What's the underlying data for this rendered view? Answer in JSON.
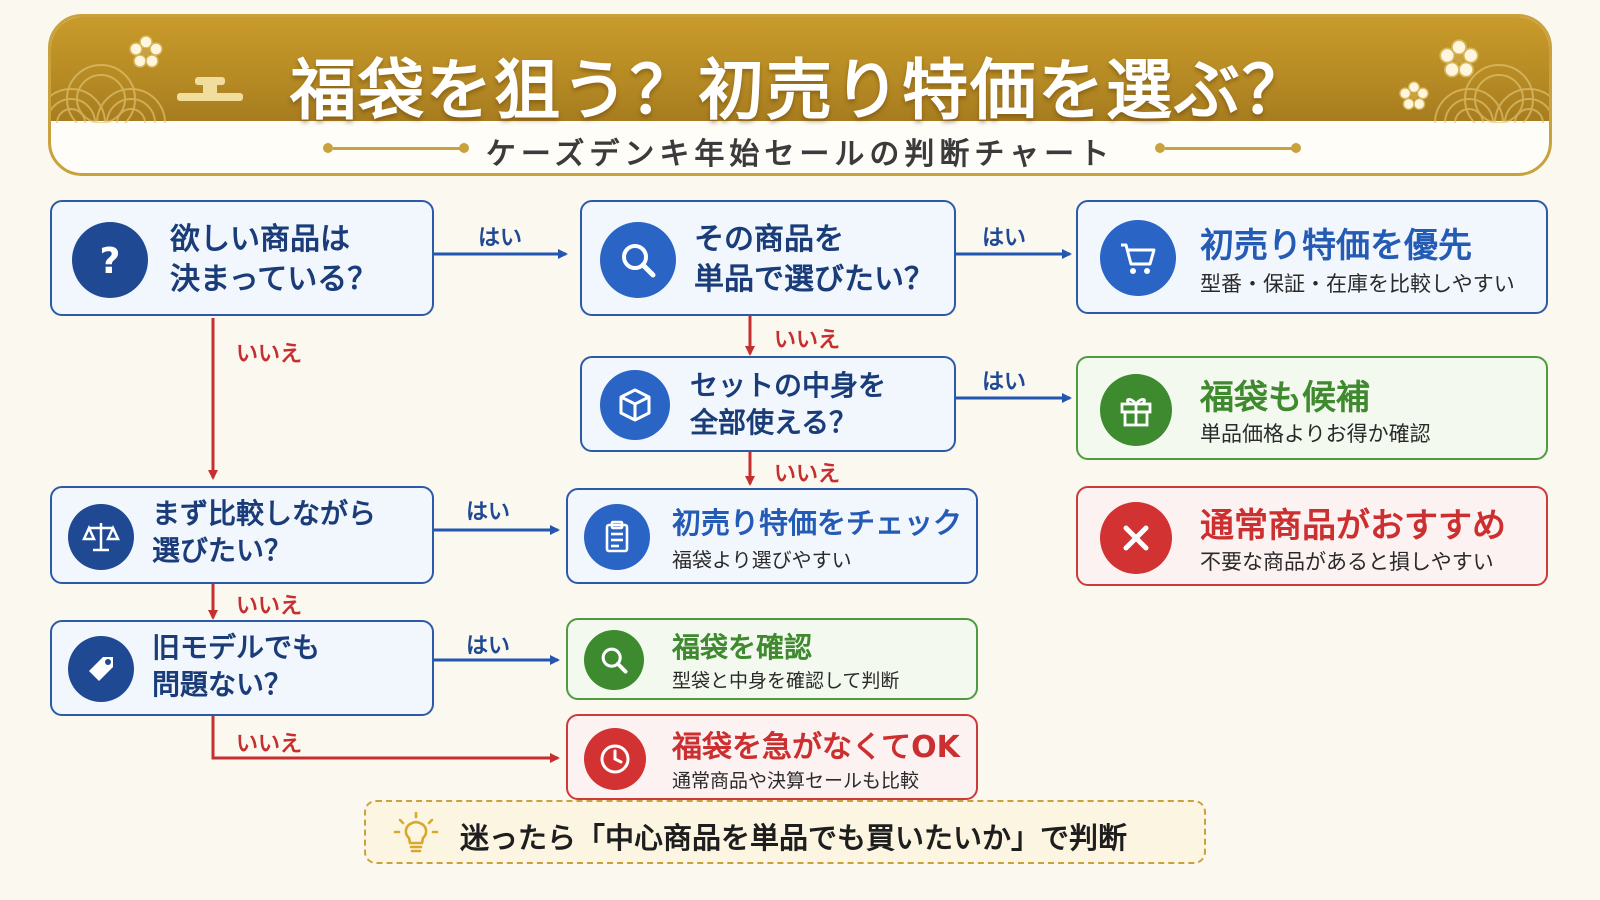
{
  "header": {
    "title": "福袋を狙う？初売り特価を選ぶ？",
    "subtitle": "ケーズデンキ年始セールの判断チャート"
  },
  "questions": {
    "q1": {
      "line1": "欲しい商品は",
      "line2": "決まっている？",
      "icon": "question-icon"
    },
    "q2": {
      "line1": "その商品を",
      "line2": "単品で選びたい？",
      "icon": "search-icon"
    },
    "q3": {
      "line1": "セットの中身を",
      "line2": "全部使える？",
      "icon": "box-icon"
    },
    "q4": {
      "line1": "まず比較しながら",
      "line2": "選びたい？",
      "icon": "scale-icon"
    },
    "q5": {
      "line1": "旧モデルでも",
      "line2": "問題ない？",
      "icon": "tag-icon"
    }
  },
  "results": {
    "hatsuuri_priority": {
      "title": "初売り特価を優先",
      "desc": "型番・保証・在庫を比較しやすい",
      "icon": "cart-icon",
      "color": "#245bb5"
    },
    "fukubukuro_candidate": {
      "title": "福袋も候補",
      "desc": "単品価格よりお得か確認",
      "icon": "gift-icon",
      "color": "#3f8a2f"
    },
    "regular_recommended": {
      "title": "通常商品がおすすめ",
      "desc": "不要な商品があると損しやすい",
      "icon": "close-icon",
      "color": "#cc2f2f"
    },
    "hatsuuri_check": {
      "title": "初売り特価をチェック",
      "desc": "福袋より選びやすい",
      "icon": "clipboard-icon",
      "color": "#245bb5"
    },
    "fukubukuro_confirm": {
      "title": "福袋を確認",
      "desc": "型袋と中身を確認して判断",
      "icon": "search-icon",
      "color": "#3f8a2f"
    },
    "fukubukuro_nohurry": {
      "title": "福袋を急がなくてOK",
      "desc": "通常商品や決算セールも比較",
      "icon": "clock-icon",
      "color": "#cc2f2f"
    }
  },
  "labels": {
    "yes": "はい",
    "no": "いいえ"
  },
  "tip": {
    "text": "迷ったら「中心商品を単品でも買いたいか」で判断",
    "icon": "lightbulb-icon"
  },
  "colors": {
    "gold": "#c9a23e",
    "navy": "#1f4a93",
    "blue": "#245bb5",
    "green": "#3f8a2f",
    "red": "#cc2f2f"
  }
}
